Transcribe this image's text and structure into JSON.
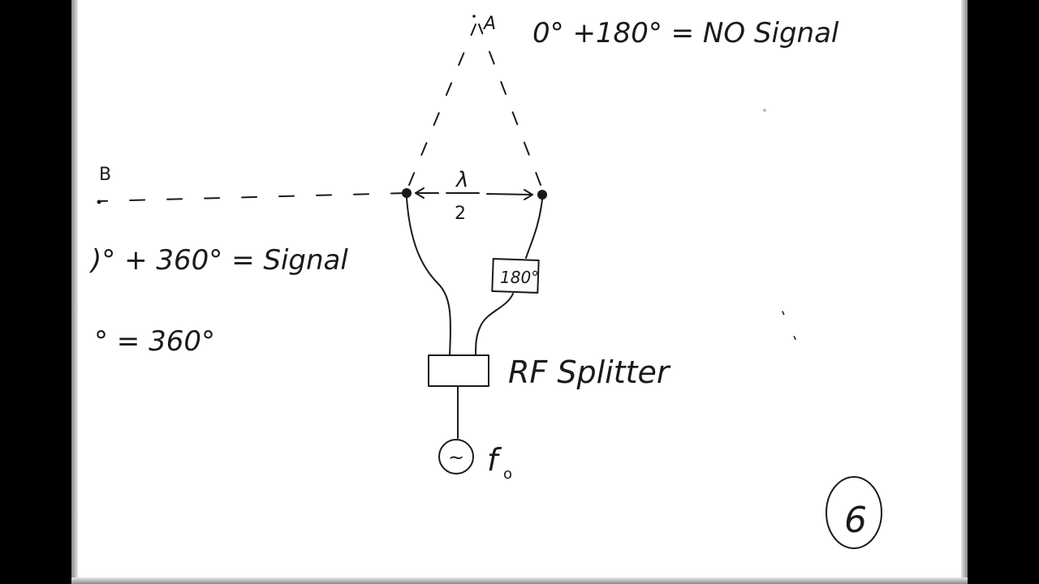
{
  "labels": {
    "point_a": "A",
    "point_b": "B",
    "no_signal_note": "0° +180° = NO Signal",
    "signal_note": ")° + 360° = Signal",
    "sum_note": "° = 360°",
    "lambda_top": "λ",
    "lambda_bottom": "2",
    "phase_shifter": "180°",
    "splitter_label": "RF Splitter",
    "source_symbol": "~",
    "frequency_f": "f",
    "frequency_sub": "o",
    "page_number": "6"
  },
  "colors": {
    "ink": "#1a1a1a",
    "paper": "#ffffff",
    "background": "#000000"
  }
}
